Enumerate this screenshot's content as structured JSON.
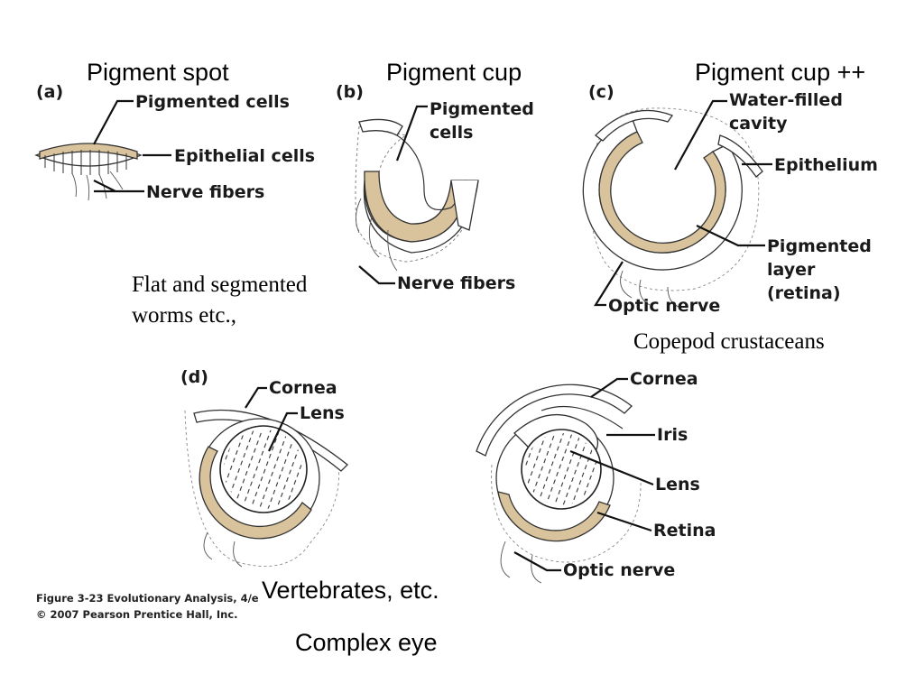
{
  "headings": {
    "pigment_spot": "Pigment spot",
    "pigment_cup": "Pigment cup",
    "pigment_cup_plus": "Pigment  cup ++"
  },
  "panels": {
    "a": {
      "letter": "(a)",
      "labels": [
        "Pigmented cells",
        "Epithelial cells",
        "Nerve fibers"
      ]
    },
    "b": {
      "letter": "(b)",
      "labels": [
        "Pigmented",
        "cells",
        "Nerve fibers"
      ]
    },
    "c": {
      "letter": "(c)",
      "labels": [
        "Water-filled",
        "cavity",
        "Epithelium",
        "Pigmented",
        "layer",
        "(retina)",
        "Optic nerve"
      ]
    },
    "d": {
      "letter": "(d)",
      "labels": [
        "Cornea",
        "Lens"
      ]
    },
    "e": {
      "labels": [
        "Cornea",
        "Iris",
        "Lens",
        "Retina",
        "Optic nerve"
      ]
    }
  },
  "captions": {
    "flat_worms_line1": "Flat and segmented",
    "flat_worms_line2": "worms etc.,",
    "copepod": "Copepod crustaceans",
    "vertebrates": "Vertebrates, etc.",
    "complex_eye": "Complex eye"
  },
  "credit": {
    "line1": "Figure 3-23  Evolutionary Analysis, 4/e",
    "line2": "© 2007 Pearson Prentice Hall, Inc."
  },
  "colors": {
    "pigment": "#d9c39c",
    "ink": "#111111",
    "background": "#ffffff"
  }
}
